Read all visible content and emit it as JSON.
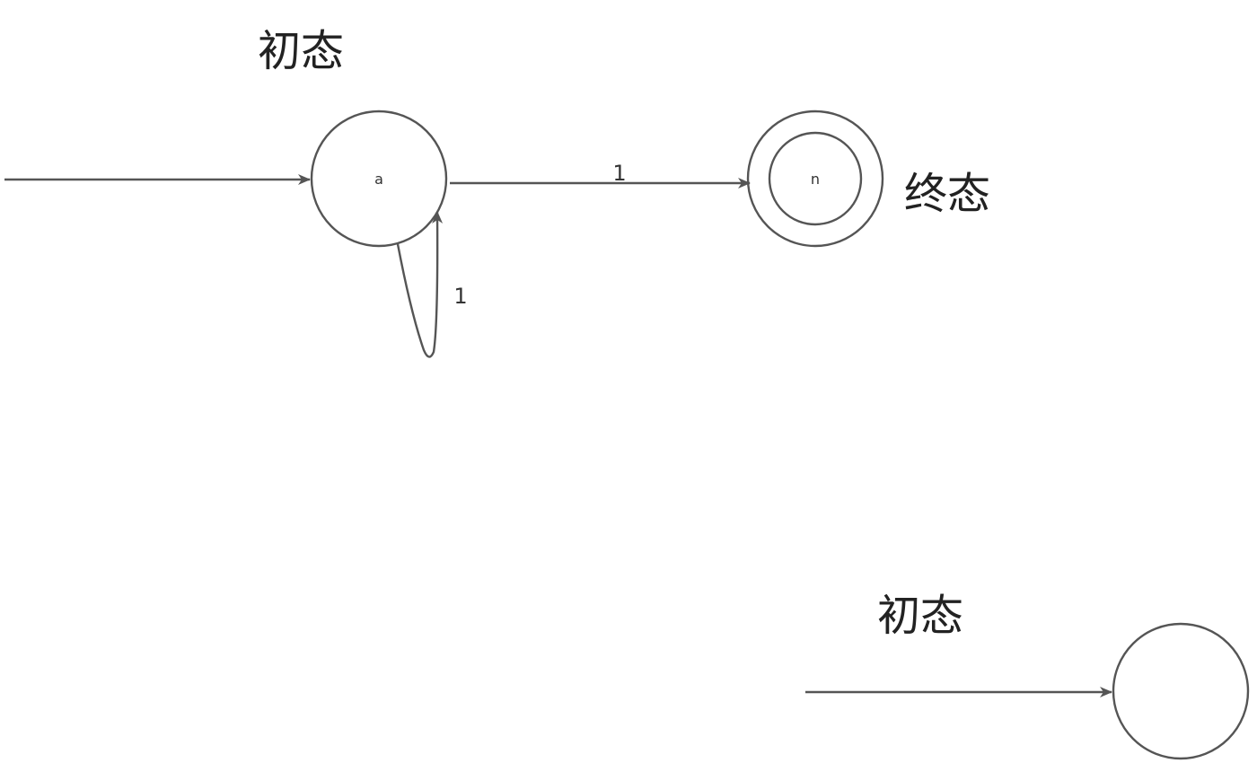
{
  "colors": {
    "stroke": "#555555",
    "text": "#222222",
    "background": "#ffffff"
  },
  "top_automaton": {
    "initial_label": "初态",
    "final_label": "终态",
    "state_a_label": "a",
    "state_n_label": "n",
    "edge_a_to_n_label": "1",
    "self_loop_a_label": "1"
  },
  "bottom_automaton": {
    "initial_label": "初态"
  }
}
